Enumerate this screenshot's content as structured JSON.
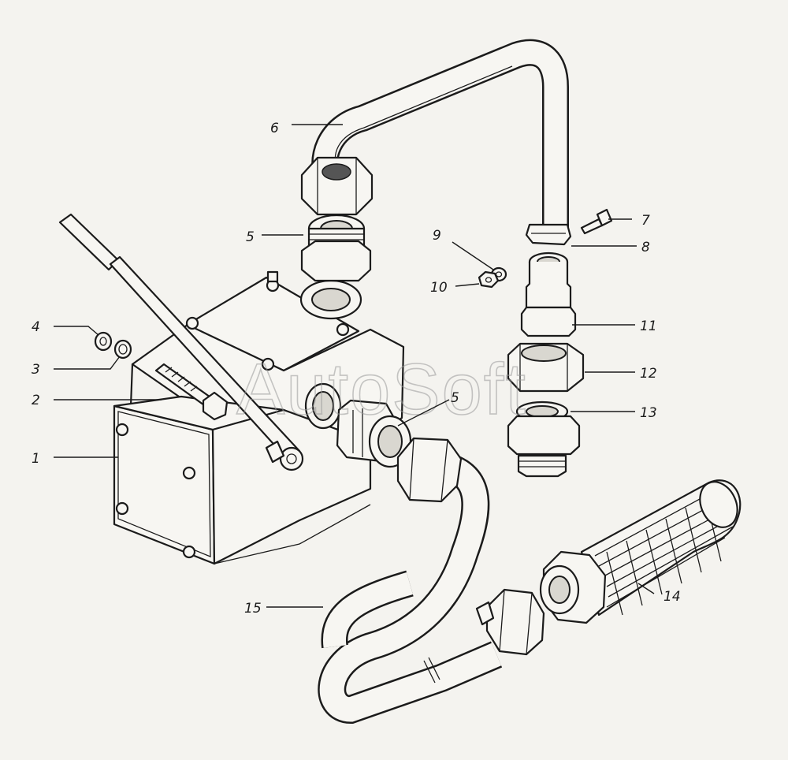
{
  "callouts": {
    "c1": "1",
    "c2": "2",
    "c3": "3",
    "c4": "4",
    "c5a": "5",
    "c5b": "5",
    "c6": "6",
    "c7": "7",
    "c8": "8",
    "c9": "9",
    "c10": "10",
    "c11": "11",
    "c12": "12",
    "c13": "13",
    "c14": "14",
    "c15": "15"
  },
  "watermark": "AutoSoft",
  "colors": {
    "ink": "#1b1b1b",
    "paper": "#f4f3ef",
    "watermark": "#9a9a9a"
  }
}
